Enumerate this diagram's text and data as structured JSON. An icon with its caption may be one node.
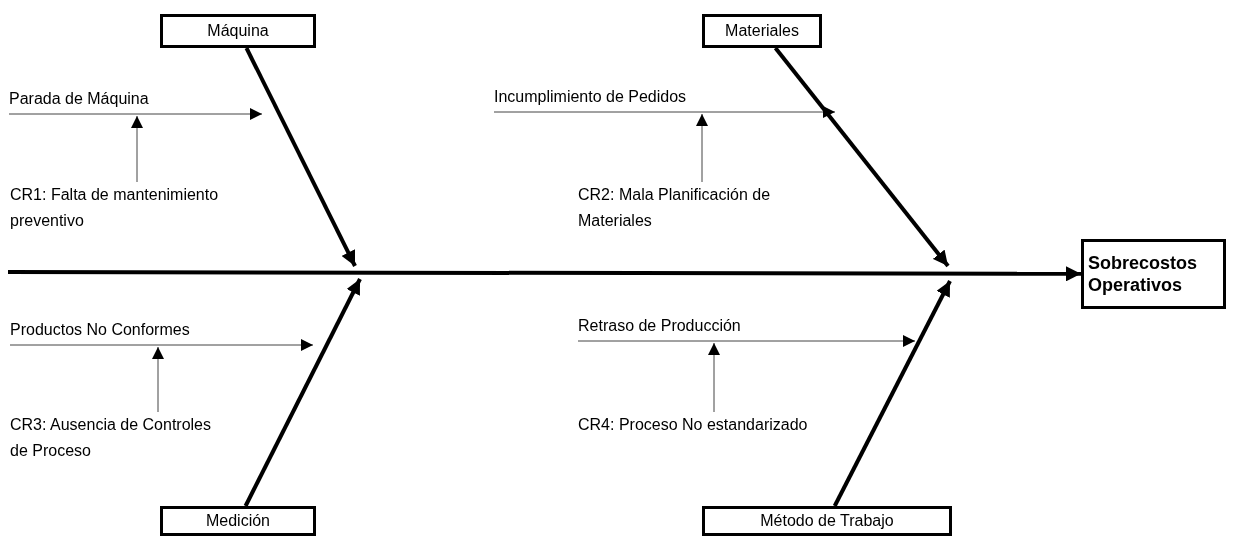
{
  "diagram": {
    "nodes": [
      {
        "text": [
          "Máquina"
        ]
      },
      {
        "text": [
          "Materiales"
        ]
      },
      {
        "text": [
          "Sobrecostos Operativos"
        ]
      },
      {
        "text": [
          "Medición"
        ]
      },
      {
        "text": [
          "Método de Trabajo"
        ]
      },
      {
        "text": [
          "Parada de Máquina"
        ]
      },
      {
        "text": [
          "CR1: Falta de mantenimiento preventivo"
        ]
      },
      {
        "text": [
          "Incumplimiento de Pedidos"
        ]
      },
      {
        "text": [
          "CR2: Mala Planificación de Materiales"
        ]
      },
      {
        "text": [
          "Productos No Conformes"
        ]
      },
      {
        "text": [
          "CR3: Ausencia de Controles de Proceso"
        ]
      },
      {
        "text": [
          "Retraso de Producción"
        ]
      },
      {
        "text": [
          "CR4: Proceso No estandarizado"
        ]
      }
    ],
    "edges": [
      {
        "from": 0,
        "to": null,
        "arrow": "to",
        "style": "thick"
      },
      {
        "from": 1,
        "to": null,
        "arrow": "to",
        "style": "thick"
      },
      {
        "from": 3,
        "to": null,
        "arrow": "to",
        "style": "thick"
      },
      {
        "from": 4,
        "to": null,
        "arrow": "to",
        "style": "thick"
      },
      {
        "from": null,
        "to": 2,
        "arrow": "to",
        "style": "thick"
      },
      {
        "from": 5,
        "to": null,
        "arrow": "to"
      },
      {
        "from": 7,
        "to": null,
        "arrow": "to"
      },
      {
        "from": 9,
        "to": null,
        "arrow": "to"
      },
      {
        "from": 11,
        "to": null,
        "arrow": "to"
      },
      {
        "from": 6,
        "to": 5,
        "arrow": "to"
      },
      {
        "from": 8,
        "to": 7,
        "arrow": "to"
      },
      {
        "from": 10,
        "to": 9,
        "arrow": "to"
      },
      {
        "from": 12,
        "to": 11,
        "arrow": "to"
      }
    ]
  }
}
